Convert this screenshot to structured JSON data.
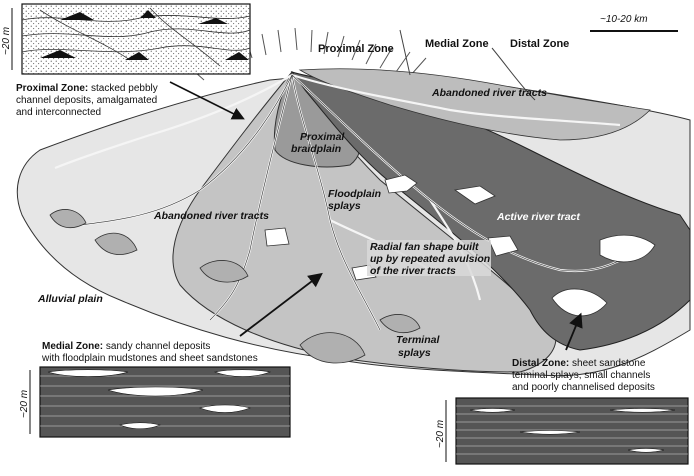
{
  "zones": {
    "proximal": "Proximal Zone",
    "medial": "Medial Zone",
    "distal": "Distal Zone"
  },
  "scale_bar": "~10-20 km",
  "labels": {
    "abandoned_top": "Abandoned river tracts",
    "abandoned_left": "Abandoned river tracts",
    "proximal_braidplain_1": "Proximal",
    "proximal_braidplain_2": "braidplain",
    "floodplain_1": "Floodplain",
    "floodplain_2": "splays",
    "radial_1": "Radial fan shape built",
    "radial_2": "up by repeated avulsion",
    "radial_3": "of the river tracts",
    "active": "Active river tract",
    "alluvial": "Alluvial plain",
    "terminal_1": "Terminal",
    "terminal_2": "splays"
  },
  "captions": {
    "proximal_title": "Proximal Zone:",
    "proximal_l1": " stacked pebbly",
    "proximal_l2": "channel deposits, amalgamated",
    "proximal_l3": "and interconnected",
    "medial_title": "Medial Zone:",
    "medial_l1": " sandy channel deposits",
    "medial_l2": "with floodplain mudstones and sheet sandstones",
    "distal_title": "Distal Zone:",
    "distal_l1": " sheet sandstone",
    "distal_l2": "terminal splays, small channels",
    "distal_l3": "and poorly channelised deposits"
  },
  "log_scale": "~20 m"
}
